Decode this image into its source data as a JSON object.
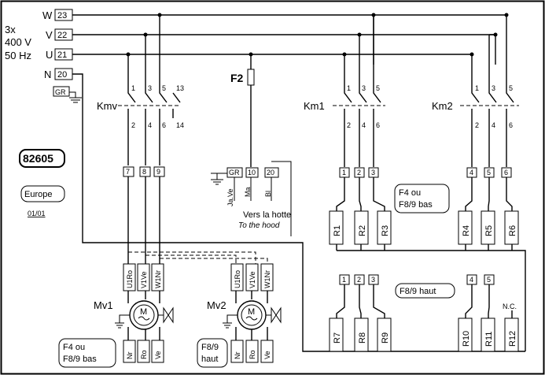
{
  "supply": {
    "desc_line1": "3x",
    "desc_line2": "400 V",
    "desc_line3": "50 Hz",
    "phases": [
      {
        "letter": "W",
        "terminal": "23"
      },
      {
        "letter": "V",
        "terminal": "22"
      },
      {
        "letter": "U",
        "terminal": "21"
      },
      {
        "letter": "N",
        "terminal": "20"
      }
    ],
    "ground": "GR"
  },
  "model": {
    "number": "82605",
    "region": "Europe",
    "revision": "01/01"
  },
  "fuse": {
    "label": "F2"
  },
  "contactors": {
    "kmv": {
      "label": "Kmv",
      "top": [
        "1",
        "3",
        "5",
        "13"
      ],
      "bottom": [
        "2",
        "4",
        "6",
        "14"
      ]
    },
    "km1": {
      "label": "Km1",
      "top": [
        "1",
        "3",
        "5"
      ],
      "bottom": [
        "2",
        "4",
        "6"
      ]
    },
    "km2": {
      "label": "Km2",
      "top": [
        "1",
        "3",
        "5"
      ],
      "bottom": [
        "2",
        "4",
        "6"
      ]
    }
  },
  "terminals": {
    "motor_feed": [
      "7",
      "8",
      "9"
    ],
    "hood": [
      "GR",
      "10",
      "20"
    ],
    "upper_group1": [
      "1",
      "2",
      "3"
    ],
    "upper_group2": [
      "4",
      "5",
      "6"
    ],
    "lower_group1": [
      "1",
      "2",
      "3"
    ],
    "lower_group2": [
      "4",
      "5"
    ]
  },
  "hood": {
    "wire_labels": [
      "Ja.Ve",
      "Ma",
      "Bl"
    ],
    "destination_fr": "Vers la hotte",
    "destination_en": "To the hood"
  },
  "resistors": {
    "upper": [
      "R1",
      "R2",
      "R3",
      "R4",
      "R5",
      "R6"
    ],
    "lower": [
      "R7",
      "R8",
      "R9",
      "R10",
      "R11",
      "R12"
    ],
    "nc": "N.C."
  },
  "labels": {
    "upper_group_line1": "F4 ou",
    "upper_group_line2": "F8/9 bas",
    "lower_group": "F8/9  haut"
  },
  "motors": {
    "mv1": {
      "label": "Mv1",
      "letter": "M",
      "top": [
        "U1Ro",
        "V1Ve",
        "W1Nr"
      ],
      "bottom": [
        "Nr",
        "Ro",
        "Ve"
      ],
      "note_line1": "F4 ou",
      "note_line2": "F8/9 bas"
    },
    "mv2": {
      "label": "Mv2",
      "letter": "M",
      "top": [
        "U1Ro",
        "V1Ve",
        "W1Nr"
      ],
      "bottom": [
        "Nr",
        "Ro",
        "Ve"
      ],
      "note_line1": "F8/9",
      "note_line2": "haut"
    }
  }
}
